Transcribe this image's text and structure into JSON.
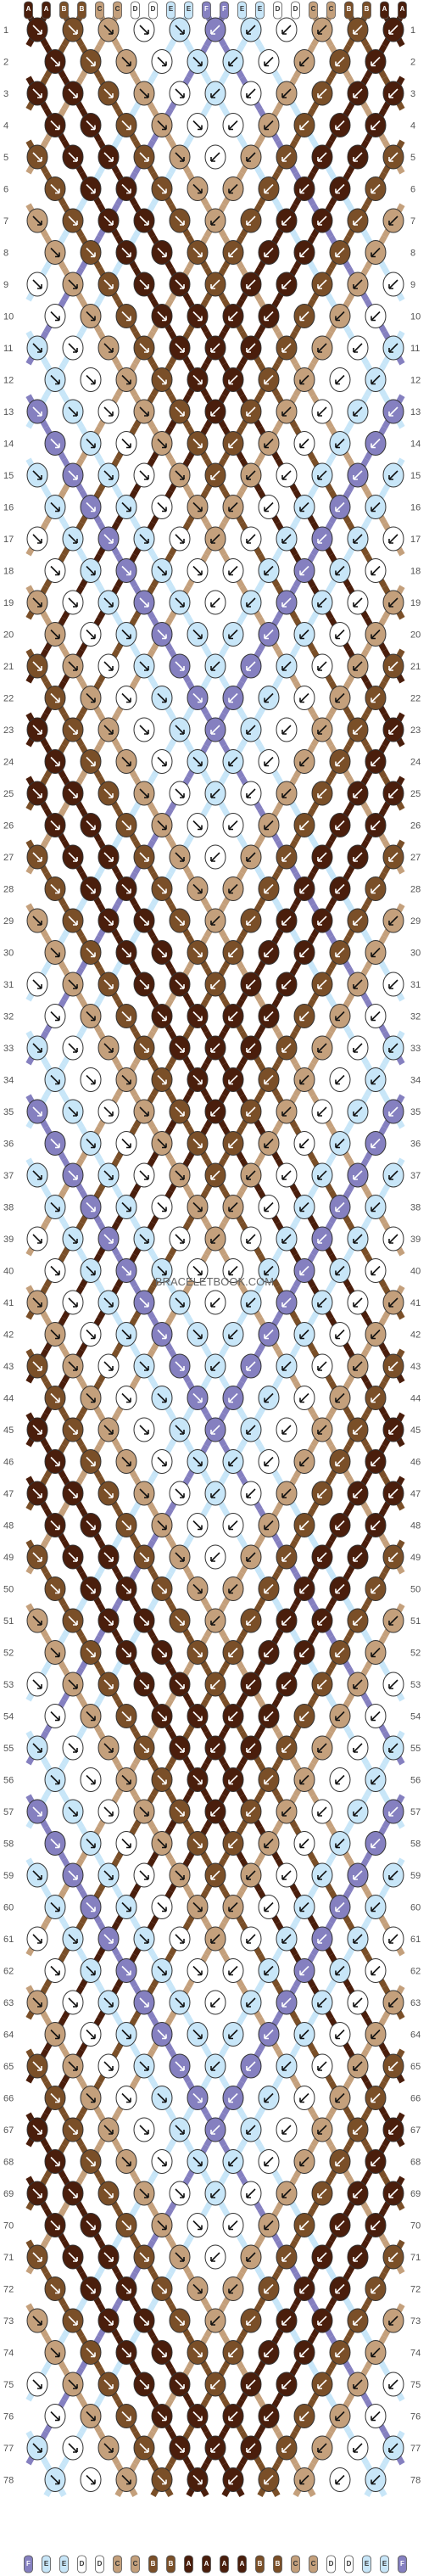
{
  "watermark": "BRACELETBOOK.COM",
  "palette": {
    "A": "#4a1e0c",
    "B": "#7a4f28",
    "C": "#c4a07c",
    "D": "#ffffff",
    "E": "#c8e6f8",
    "F": "#8580c0"
  },
  "strands": [
    "A",
    "A",
    "B",
    "B",
    "C",
    "C",
    "D",
    "D",
    "E",
    "E",
    "F",
    "F",
    "E",
    "E",
    "D",
    "D",
    "C",
    "C",
    "B",
    "B",
    "A",
    "A"
  ],
  "row_count": 78,
  "row_labels": [
    "1",
    "2",
    "3",
    "4",
    "5",
    "6",
    "7",
    "8",
    "9",
    "10",
    "11",
    "12",
    "13",
    "14",
    "15",
    "16",
    "17",
    "18",
    "19",
    "20",
    "21",
    "22",
    "23",
    "24",
    "25",
    "26",
    "27",
    "28",
    "29",
    "30",
    "31",
    "32",
    "33",
    "34",
    "35",
    "36",
    "37",
    "38",
    "39",
    "40",
    "41",
    "42",
    "43",
    "44",
    "45",
    "46",
    "47",
    "48",
    "49",
    "50",
    "51",
    "52",
    "53",
    "54",
    "55",
    "56",
    "57",
    "58",
    "59",
    "60",
    "61",
    "62",
    "63",
    "64",
    "65",
    "66",
    "67",
    "68",
    "69",
    "70",
    "71",
    "72",
    "73",
    "74",
    "75",
    "76",
    "77",
    "78"
  ]
}
